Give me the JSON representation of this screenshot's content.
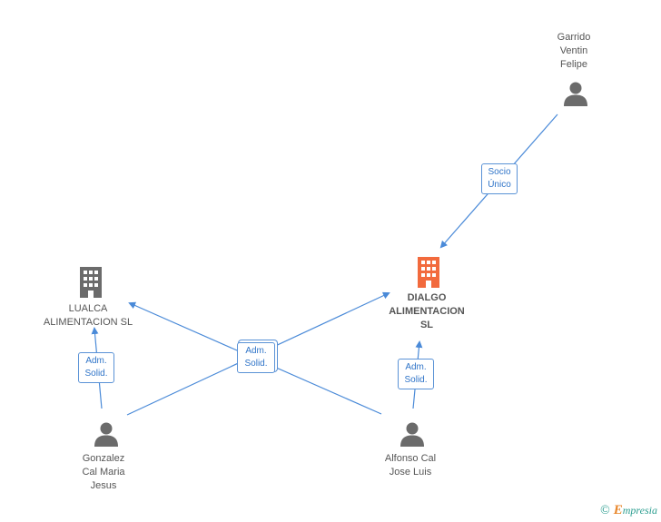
{
  "nodes": {
    "garrido": {
      "lines": [
        "Garrido",
        "Ventin",
        "Felipe"
      ]
    },
    "dialgo": {
      "lines": [
        "DIALGO",
        "ALIMENTACION",
        "SL"
      ]
    },
    "lualca": {
      "lines": [
        "LUALCA",
        "ALIMENTACION SL"
      ]
    },
    "gonzalez": {
      "lines": [
        "Gonzalez",
        "Cal Maria",
        "Jesus"
      ]
    },
    "alfonso": {
      "lines": [
        "Alfonso Cal",
        "Jose Luis"
      ]
    }
  },
  "badges": {
    "socio_unico": [
      "Socio",
      "Único"
    ],
    "adm_left": [
      "Adm.",
      "Solid."
    ],
    "adm_center": [
      "Adm.",
      "Solid."
    ],
    "adm_right": [
      "Adm.",
      "Solid."
    ]
  },
  "colors": {
    "edge": "#4a8ad8",
    "person_icon": "#6b6b6b",
    "company_icon": "#6b6b6b",
    "main_company_icon": "#f26a3d"
  },
  "icons": {
    "person": "person-icon",
    "company": "building-icon",
    "copyright": "copyright-icon"
  },
  "footer": {
    "copyright": "©",
    "brand_initial": "E",
    "brand_rest": "mpresia"
  }
}
